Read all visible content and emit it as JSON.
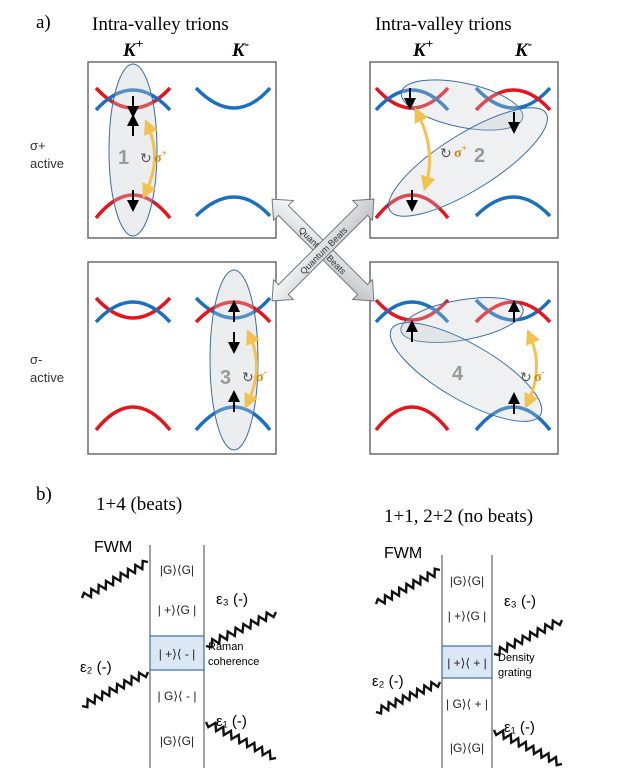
{
  "panel_a": {
    "label": "a)",
    "col_left_title": "Intra-valley trions",
    "col_right_title": "Intra-valley trions",
    "valley_kp": "K",
    "valley_kp_sup": "+",
    "valley_km": "K",
    "valley_km_sup": "-",
    "row_top_label_1": "σ+",
    "row_top_label_2": "active",
    "row_bottom_label_1": "σ-",
    "row_bottom_label_2": "active",
    "trion_1": "1",
    "trion_2": "2",
    "trion_3": "3",
    "trion_4": "4",
    "pol_plus": "σ",
    "pol_plus_sup": "+",
    "pol_minus": "σ",
    "pol_minus_sup": "-",
    "beats_label_1": "Quantum Beats",
    "beats_label_2": "Quantum Beats",
    "colors": {
      "red": "#e8141c",
      "blue": "#1a6fc0",
      "arrow_gold": "#f2c14e"
    }
  },
  "panel_b": {
    "label": "b)",
    "left_title": "1+4 (beats)",
    "right_title": "1+1, 2+2  (no beats)",
    "left": {
      "fwm": "FWM",
      "rows": [
        "|G⟩⟨G|",
        "| +⟩⟨G |",
        "| +⟩⟨ - |",
        "| G⟩⟨ - |",
        "|G⟩⟨G|"
      ],
      "eps3": "ε₃ (-)",
      "eps2": "ε₂ (-)",
      "eps1": "ε₁ (-)",
      "note_1": "Raman",
      "note_2": "coherence"
    },
    "right": {
      "fwm": "FWM",
      "rows": [
        "|G⟩⟨G|",
        "| +⟩⟨G |",
        "| +⟩⟨ + |",
        "| G⟩⟨ + |",
        "|G⟩⟨G|"
      ],
      "eps3": "ε₃ (-)",
      "eps2": "ε₂ (-)",
      "eps1": "ε₁ (-)",
      "note_1": "Density",
      "note_2": "grating"
    }
  }
}
